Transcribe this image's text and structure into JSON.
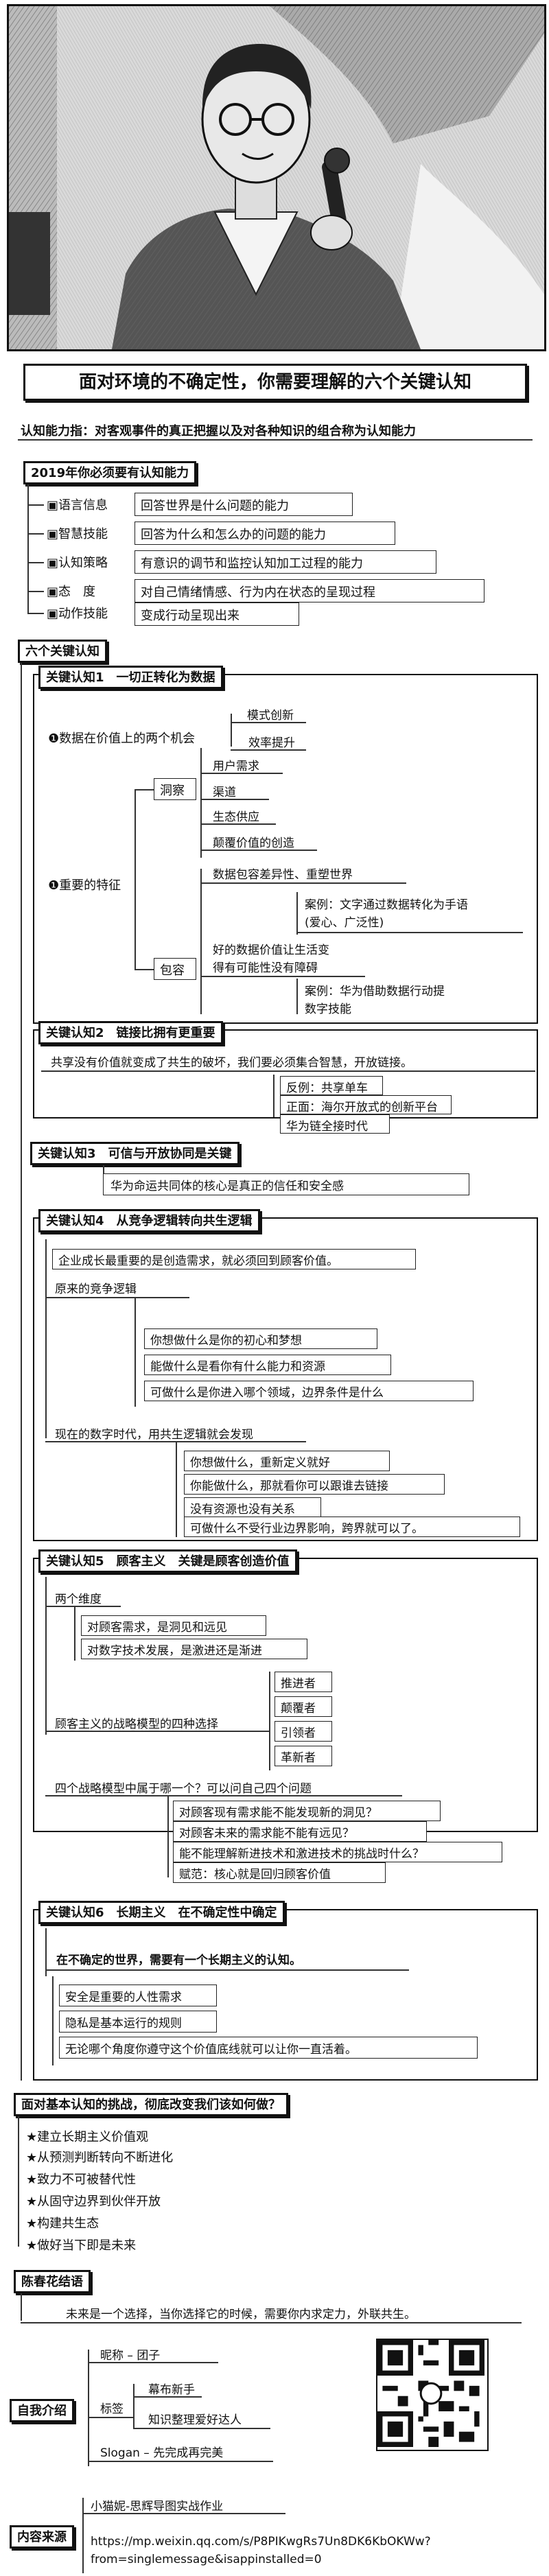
{
  "title_banner": "面对环境的不确定性，你需要理解的六个关键认知",
  "definition": "认知能力指：对客观事件的真正把握以及对各种知识的组合称为认知能力",
  "section_2019": {
    "header": "2019年你必须要有认知能力",
    "items": [
      {
        "key": "语言信息",
        "desc": "回答世界是什么问题的能力"
      },
      {
        "key": "智慧技能",
        "desc": "回答为什么和怎么办的问题的能力"
      },
      {
        "key": "认知策略",
        "desc": "有意识的调节和监控认知加工过程的能力"
      },
      {
        "key": "态　度",
        "desc": "对自己情绪情感、行为内在状态的呈现过程"
      },
      {
        "key": "动作技能",
        "desc": "变成行动呈现出来"
      }
    ]
  },
  "six_header": "六个关键认知",
  "k1": {
    "header": "关键认知1　一切正转化为数据",
    "opportunity_label": "数据在价值上的两个机会",
    "opportunities": [
      "模式创新",
      "效率提升"
    ],
    "feature_label": "重要的特征",
    "insight_label": "洞察",
    "insight_items": [
      "用户需求",
      "渠道",
      "生态供应",
      "颠覆价值的创造"
    ],
    "package_label": "包容",
    "package_intro": "数据包容差异性、重塑世界",
    "package_case1": [
      "案例：文字通过数据转化为手语",
      "(爱心、广泛性)"
    ],
    "package_value": [
      "好的数据价值让生活变",
      "得有可能性没有障碍"
    ],
    "package_case2": [
      "案例：华为借助数据行动提",
      "数字技能"
    ]
  },
  "k2": {
    "header": "关键认知2　链接比拥有更重要",
    "text": "共享没有价值就变成了共生的破坏，我们要必须集合智慧，开放链接。",
    "examples": [
      "反例：共享单车",
      "正面：海尔开放式的创新平台",
      "华为链全接时代"
    ]
  },
  "k3": {
    "header": "关键认知3　可信与开放协同是关键",
    "text": "华为命运共同体的核心是真正的信任和安全感"
  },
  "k4": {
    "header": "关键认知4　从竞争逻辑转向共生逻辑",
    "intro": "企业成长最重要的是创造需求，就必须回到顾客价值。",
    "old_label": "原来的竞争逻辑",
    "old_items": [
      "你想做什么是你的初心和梦想",
      "能做什么是看你有什么能力和资源",
      "可做什么是你进入哪个领域，边界条件是什么"
    ],
    "now_label": "现在的数字时代，用共生逻辑就会发现",
    "now_items": [
      "你想做什么，重新定义就好",
      "你能做什么，那就看你可以跟谁去链接",
      "没有资源也没有关系",
      "可做什么不受行业边界影响，跨界就可以了。"
    ]
  },
  "k5": {
    "header": "关键认知5　顾客主义　关键是顾客创造价值",
    "dim_label": "两个维度",
    "dims": [
      "对顾客需求，是洞见和远见",
      "对数字技术发展，是激进还是渐进"
    ],
    "model_label": "顾客主义的战略模型的四种选择",
    "choices": [
      "推进者",
      "颠覆者",
      "引领者",
      "革新者"
    ],
    "question": "四个战略模型中属于哪一个？可以问自己四个问题",
    "questions": [
      "对顾客现有需求能不能发现新的洞见？",
      "对顾客未来的需求能不能有远见？",
      "能不能理解新进技术和激进技术的挑战时什么？",
      "赋范：核心就是回归顾客价值"
    ]
  },
  "k6": {
    "header": "关键认知6　长期主义　在不确定性中确定",
    "lead": "在不确定的世界，需要有一个长期主义的认知。",
    "items": [
      "安全是重要的人性需求",
      "隐私是基本运行的规则",
      "无论哪个角度你遵守这个价值底线就可以让你一直活着。"
    ]
  },
  "challenge": {
    "header": "面对基本认知的挑战，彻底改变我们该如何做？",
    "items": [
      "建立长期主义价值观",
      "从预测判断转向不断进化",
      "致力不可被替代性",
      "从固守边界到伙伴开放",
      "构建共生态",
      "做好当下即是未来"
    ]
  },
  "summary": {
    "header": "陈春花结语",
    "text": "未来是一个选择，当你选择它的时候，需要你内求定力，外联共生。"
  },
  "intro": {
    "header": "自我介绍",
    "nickname_label": "昵称",
    "nickname": "团子",
    "tags_label": "标签",
    "tags": [
      "幕布新手",
      "知识整理爱好达人"
    ],
    "slogan_label": "Slogan",
    "slogan": "先完成再完美"
  },
  "source": {
    "header": "内容来源",
    "line1": "小猫妮-思辉导图实战作业",
    "line2": "https://mp.weixin.qq.com/s/P8PIKwgRs7Un8DK6KbOKWw?",
    "line3": "from=singlemessage&isappinstalled=0"
  }
}
